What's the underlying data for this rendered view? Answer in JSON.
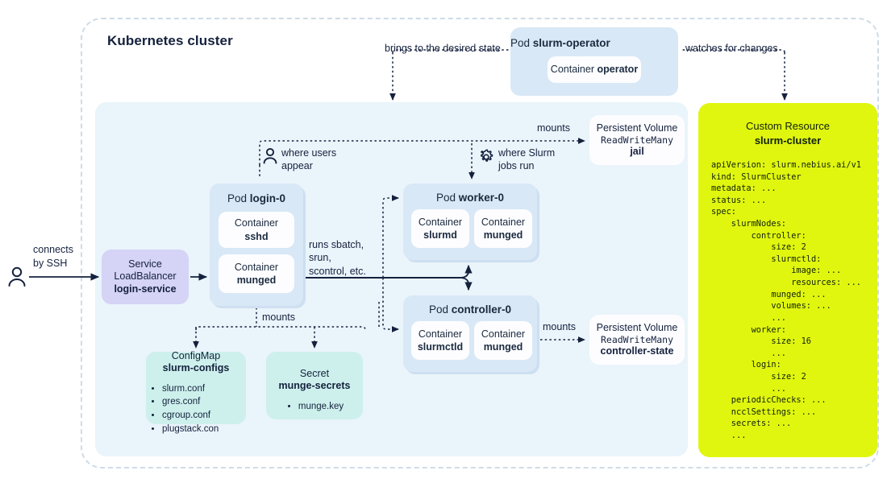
{
  "diagram": {
    "cluster_title": "Kubernetes cluster",
    "colors": {
      "outer_border": "#cfdce6",
      "inner_panel": "#eaf4fb",
      "pod": "#d8e8f6",
      "container": "#fdfdff",
      "service": "#d5d3f6",
      "configmap": "#cdf0ec",
      "custom_resource": "#e0f60f",
      "text": "#14213d",
      "wire": "#14213d"
    }
  },
  "operator": {
    "pod_prefix": "Pod ",
    "pod_name": "slurm-operator",
    "container_prefix": "Container ",
    "container_name": "operator"
  },
  "labels": {
    "brings_to_desired_state": "brings to the desired state",
    "watches_for_changes": "watches for changes",
    "mounts_top": "mounts",
    "mounts_mid": "mounts",
    "mounts_controller": "mounts",
    "connects_by_ssh": "connects\nby SSH",
    "where_users_appear": "where users\nappear",
    "where_slurm_jobs_run": "where Slurm\njobs run",
    "runs_commands": "runs sbatch,\nsrun,\nscontrol, etc."
  },
  "icons": {
    "user": "person-icon",
    "user_small": "person-small-icon",
    "gear": "gear-icon"
  },
  "service": {
    "line1": "Service",
    "line2": "LoadBalancer",
    "name": "login-service"
  },
  "pods": {
    "login": {
      "prefix": "Pod ",
      "name": "login-0",
      "containers": [
        {
          "prefix": "Container",
          "name": "sshd"
        },
        {
          "prefix": "Container",
          "name": "munged"
        }
      ]
    },
    "worker": {
      "prefix": "Pod ",
      "name": "worker-0",
      "containers": [
        {
          "prefix": "Container",
          "name": "slurmd"
        },
        {
          "prefix": "Container",
          "name": "munged"
        }
      ]
    },
    "controller": {
      "prefix": "Pod ",
      "name": "controller-0",
      "containers": [
        {
          "prefix": "Container",
          "name": "slurmctld"
        },
        {
          "prefix": "Container",
          "name": "munged"
        }
      ]
    }
  },
  "volumes": {
    "jail": {
      "line1": "Persistent Volume",
      "access_mode": "ReadWriteMany",
      "name": "jail"
    },
    "controller_state": {
      "line1": "Persistent Volume",
      "access_mode": "ReadWriteMany",
      "name": "controller-state"
    }
  },
  "configmap": {
    "kind": "ConfigMap",
    "name": "slurm-configs",
    "items": [
      "slurm.conf",
      "gres.conf",
      "cgroup.conf",
      "plugstack.con"
    ]
  },
  "secret": {
    "kind": "Secret",
    "name": "munge-secrets",
    "items": [
      "munge.key"
    ]
  },
  "custom_resource": {
    "kind": "Custom Resource",
    "name": "slurm-cluster",
    "yaml": "apiVersion: slurm.nebius.ai/v1\nkind: SlurmCluster\nmetadata: ...\nstatus: ...\nspec:\n    slurmNodes:\n        controller:\n            size: 2\n            slurmctld:\n                image: ...\n                resources: ...\n            munged: ...\n            volumes: ...\n            ...\n        worker:\n            size: 16\n            ...\n        login:\n            size: 2\n            ...\n    periodicChecks: ...\n    ncclSettings: ...\n    secrets: ...\n    ..."
  }
}
